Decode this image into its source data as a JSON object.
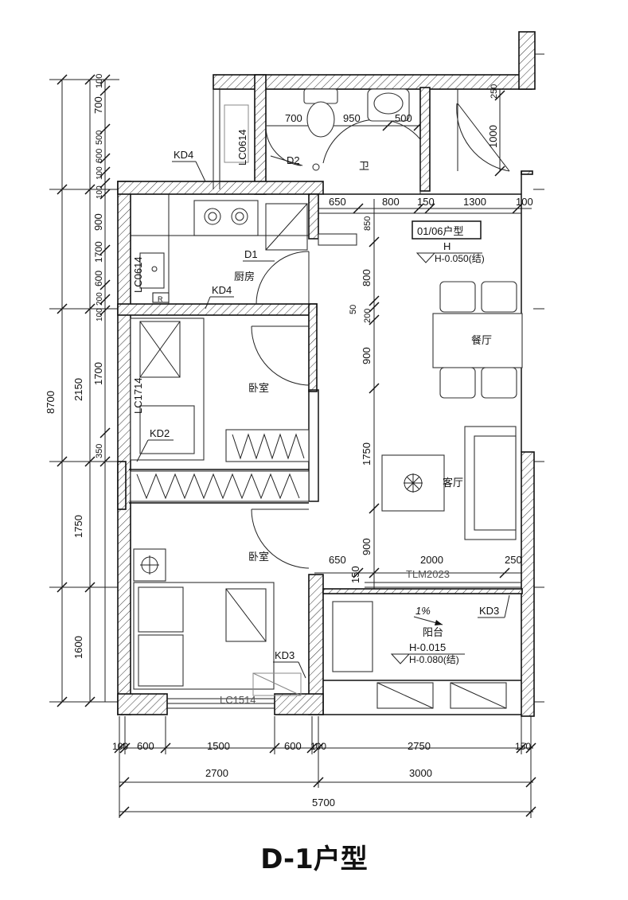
{
  "title": "D-1户型",
  "rooms": {
    "toilet": "卫",
    "kitchen": "厨房",
    "bedroom_1": "卧室",
    "bedroom_2": "卧室",
    "dining": "餐厅",
    "living": "客厅",
    "balcony": "阳台"
  },
  "unit_tag": "01/06户型",
  "level_marks": {
    "main_h": "H",
    "main_value": "H-0.050(结)",
    "balcony_h": "H-0.015",
    "balcony_value": "H-0.080(结)",
    "slope": "1%"
  },
  "openings": {
    "kd4_top": "KD4",
    "lc0614_top": "LC0614",
    "d2": "D2",
    "d1": "D1",
    "lc0614_kitchen": "LC0614",
    "kd4_mid": "KD4",
    "lc1714": "LC1714",
    "kd2": "KD2",
    "kd3_bed": "KD3",
    "lc1514": "LC1514",
    "tlm2023": "TLM2023",
    "kd3_balcony": "KD3",
    "r_tag": "R"
  },
  "dims_top": [
    "700",
    "950",
    "500"
  ],
  "dims_upper_row": [
    "650",
    "800",
    "150",
    "1300",
    "100"
  ],
  "dims_lower_row": [
    "650",
    "2000",
    "250"
  ],
  "dims_balcony_v": "150",
  "dims_left_outer": [
    "2150",
    "1750",
    "1600"
  ],
  "dims_left_inner": [
    "100",
    "700",
    "500",
    "600",
    "100",
    "100",
    "900",
    "1700",
    "600",
    "200",
    "100",
    "1700",
    "350"
  ],
  "dims_left_total": "8700",
  "dims_center_v": [
    "850",
    "800",
    "50",
    "200",
    "900",
    "1750",
    "900"
  ],
  "dims_right_v": [
    "250",
    "1000"
  ],
  "dims_bottom_1": [
    "100",
    "600",
    "1500",
    "600",
    "100",
    "2750",
    "150"
  ],
  "dims_bottom_2": [
    "2700",
    "3000"
  ],
  "dims_bottom_3": [
    "5700"
  ]
}
